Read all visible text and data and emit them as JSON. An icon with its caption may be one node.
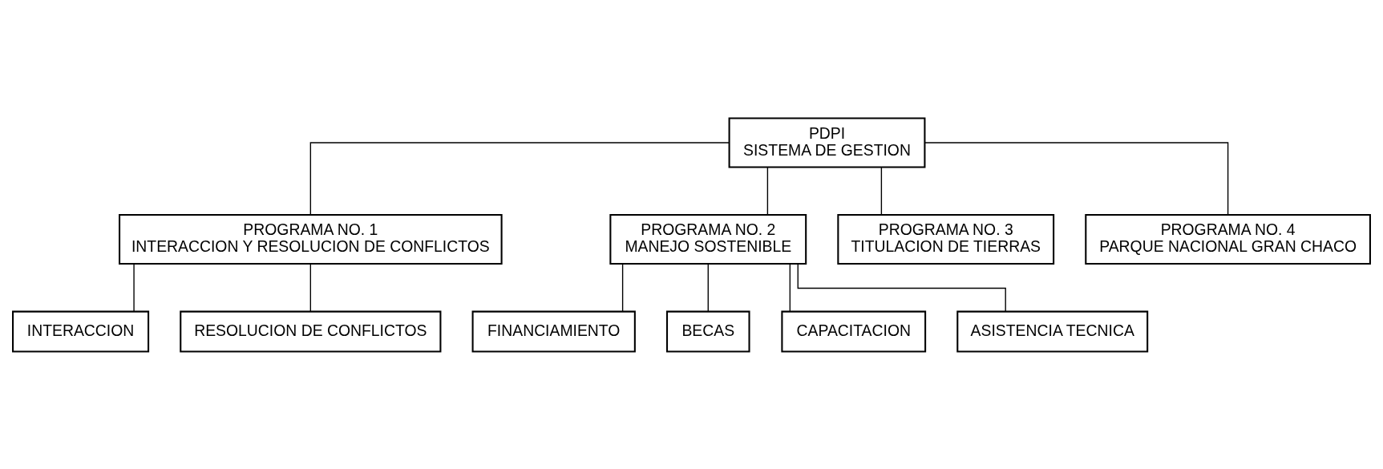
{
  "diagram": {
    "nodes": [
      {
        "text": [
          "PDPI",
          "SISTEMA DE GESTION"
        ]
      },
      {
        "text": [
          "PROGRAMA NO. 1",
          "INTERACCION Y RESOLUCION DE CONFLICTOS"
        ]
      },
      {
        "text": [
          "PROGRAMA NO. 2",
          "MANEJO SOSTENIBLE"
        ]
      },
      {
        "text": [
          "PROGRAMA NO. 3",
          "TITULACION DE TIERRAS"
        ]
      },
      {
        "text": [
          "PROGRAMA NO. 4",
          "PARQUE NACIONAL GRAN CHACO"
        ]
      },
      {
        "text": [
          "INTERACCION"
        ]
      },
      {
        "text": [
          "RESOLUCION DE CONFLICTOS"
        ]
      },
      {
        "text": [
          "FINANCIAMIENTO"
        ]
      },
      {
        "text": [
          "BECAS"
        ]
      },
      {
        "text": [
          "CAPACITACION"
        ]
      },
      {
        "text": [
          "ASISTENCIA TECNICA"
        ]
      }
    ],
    "edges": [
      {
        "from": 0,
        "to": 1,
        "arrow": "none"
      },
      {
        "from": 0,
        "to": 2,
        "arrow": "none"
      },
      {
        "from": 0,
        "to": 3,
        "arrow": "none"
      },
      {
        "from": 0,
        "to": 4,
        "arrow": "none"
      },
      {
        "from": 1,
        "to": 5,
        "arrow": "none"
      },
      {
        "from": 1,
        "to": 6,
        "arrow": "none"
      },
      {
        "from": 2,
        "to": 7,
        "arrow": "none"
      },
      {
        "from": 2,
        "to": 8,
        "arrow": "none"
      },
      {
        "from": 2,
        "to": 9,
        "arrow": "none"
      },
      {
        "from": 2,
        "to": 10,
        "arrow": "none"
      }
    ]
  }
}
